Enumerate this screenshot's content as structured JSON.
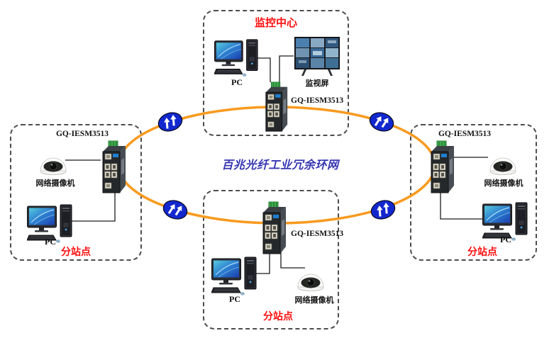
{
  "diagram": {
    "type": "network-ring-topology",
    "center_label": {
      "text": "百兆光纤工业冗余环网",
      "color": "#3636B2"
    },
    "ring": {
      "shape": "ellipse",
      "color": "#F89A1F",
      "fiber_link_icon": "lightning-link-icon",
      "fiber_link_count": 4
    },
    "stations": {
      "monitor_center": {
        "title": "监控中心",
        "title_color": "#FF0F0F",
        "devices": {
          "pc": "PC",
          "screen": "监视屏",
          "switch": "GQ-IESM3513"
        }
      },
      "left_substation": {
        "title": "分站点",
        "title_color": "#FF0F0F",
        "devices": {
          "camera": "网络摄像机",
          "pc": "PC",
          "switch": "GQ-IESM3513"
        }
      },
      "right_substation": {
        "title": "分站点",
        "title_color": "#FF0F0F",
        "devices": {
          "camera": "网络摄像机",
          "pc": "PC",
          "switch": "GQ-IESM3513"
        }
      },
      "bottom_substation": {
        "title": "分站点",
        "title_color": "#FF0F0F",
        "devices": {
          "camera": "网络摄像机",
          "pc": "PC",
          "switch": "GQ-IESM3513"
        }
      }
    }
  }
}
